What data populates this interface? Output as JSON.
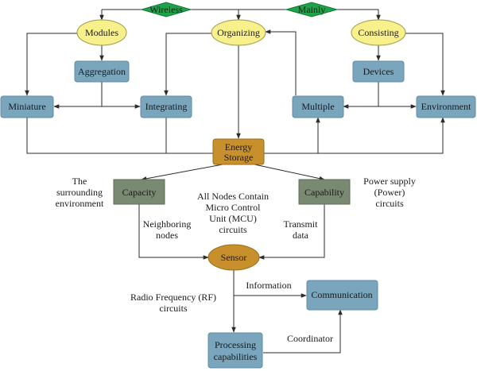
{
  "colors": {
    "ellipse_fill": "#f8f08a",
    "ellipse_stroke": "#9a9a4a",
    "diamond_fill": "#1fa34a",
    "box_fill": "#79a5bd",
    "box_stroke": "#5f8ba3",
    "energy_fill": "#c8902c",
    "sensor_fill": "#c8902c",
    "capacity_fill": "#7a8a72",
    "line": "#2b2b2b"
  },
  "diamonds": {
    "wireless": "Wireless",
    "mainly": "Mainly"
  },
  "ellipses": {
    "modules": "Modules",
    "organizing": "Organizing",
    "consisting": "Consisting",
    "sensor": "Sensor"
  },
  "boxes": {
    "aggregation": "Aggregation",
    "devices": "Devices",
    "miniature": "Miniature",
    "integrating": "Integrating",
    "multiple": "Multiple",
    "environment": "Environment",
    "energy_storage": [
      "Energy",
      "Storage"
    ],
    "capacity": "Capacity",
    "capability": "Capability",
    "communication": "Communication",
    "processing": [
      "Processing",
      "capabilities"
    ]
  },
  "annotations": {
    "surrounding": [
      "The",
      "surrounding",
      "environment"
    ],
    "power_supply": [
      "Power supply",
      "(Power)",
      "circuits"
    ],
    "mcu": [
      "All Nodes Contain",
      "Micro Control",
      "Unit (MCU)",
      "circuits"
    ],
    "neighboring": [
      "Neighboring",
      "nodes"
    ],
    "transmit": [
      "Transmit",
      "data"
    ],
    "rf": [
      "Radio Frequency (RF)",
      "circuits"
    ],
    "information": "Information",
    "coordinator": "Coordinator"
  }
}
